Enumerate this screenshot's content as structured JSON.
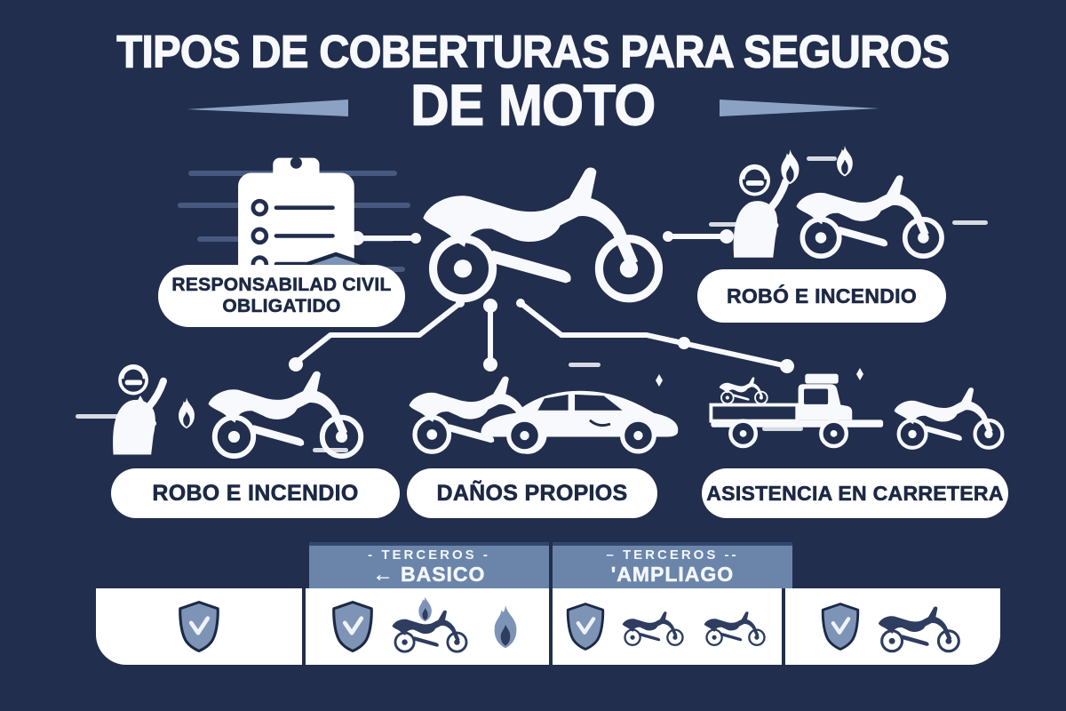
{
  "title": {
    "line1": "TIPOS DE COBERTURAS PARA SEGUROS",
    "line2": "DE MOTO"
  },
  "colors": {
    "background": "#212e4d",
    "panel_white": "#ffffff",
    "text_navy": "#1d2944",
    "header_blue": "#6a85a9",
    "accent_steel": "#8ba2c4",
    "line_white": "#f7f9fc",
    "icon_steel": "#7e94b7",
    "icon_navy": "#2e3d60"
  },
  "diagram": {
    "center_icon": "motorcycle",
    "nodes": [
      {
        "id": "responsabilidad-civil",
        "icon": "clipboard-shield-icon",
        "label": "RESPONSABILAD CIVIL\nOBLIGATIDO"
      },
      {
        "id": "robo-incendio-top",
        "icon": "thief-burning-motorcycle-icon",
        "label": "ROBÓ E INCENDIO"
      },
      {
        "id": "robo-incendio",
        "icon": "thief-motorcycle-icon",
        "label": "ROBO E INCENDIO"
      },
      {
        "id": "danos-propios",
        "icon": "motorcycle-car-crash-icon",
        "label": "DAÑOS PROPIOS"
      },
      {
        "id": "asistencia",
        "icon": "tow-truck-motorcycle-icon",
        "label": "ASISTENCIA EN CARRETERA"
      }
    ]
  },
  "table": {
    "headers": [
      {
        "line1": "- TERCEROS -",
        "line2": "← BASICO"
      },
      {
        "line1": "– TERCEROS --",
        "line2": "'AMPLIAGO"
      }
    ],
    "cells": [
      {
        "icons": [
          "shield-check"
        ]
      },
      {
        "icons": [
          "shield-check",
          "burning-motorcycle",
          "flame"
        ]
      },
      {
        "icons": [
          "shield-check",
          "motorcycle",
          "motorcycle"
        ]
      },
      {
        "icons": [
          "shield-check",
          "motorcycle"
        ]
      }
    ]
  }
}
